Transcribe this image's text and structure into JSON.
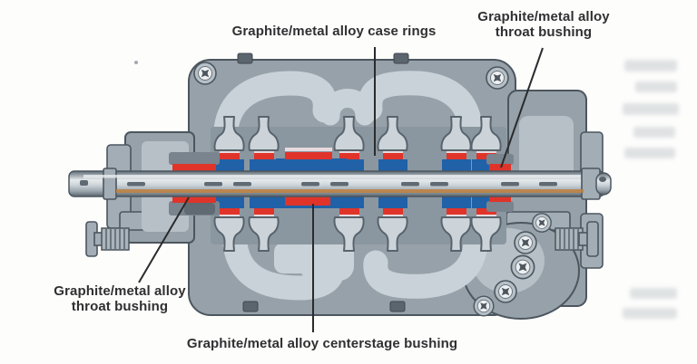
{
  "figure": {
    "type": "multistage-pump-cross-section",
    "labels": {
      "case_rings": "Graphite/metal alloy case rings",
      "throat_bushing_top": {
        "line1": "Graphite/metal alloy",
        "line2": "throat bushing"
      },
      "throat_bushing_bottom": {
        "line1": "Graphite/metal alloy",
        "line2": "throat bushing"
      },
      "centerstage_bushing": "Graphite/metal alloy centerstage bushing"
    },
    "colors": {
      "bushing_red": "#e0342a",
      "case_ring_blue": "#2061a8",
      "casing_gray": "#96a1a9",
      "casing_light": "#c9d2d8",
      "outline": "#4c565e",
      "shaft_stripe_orange": "#bf8040",
      "label_text": "#303032",
      "leader_line": "#2b2b2d",
      "background": "#fdfdfc"
    }
  }
}
